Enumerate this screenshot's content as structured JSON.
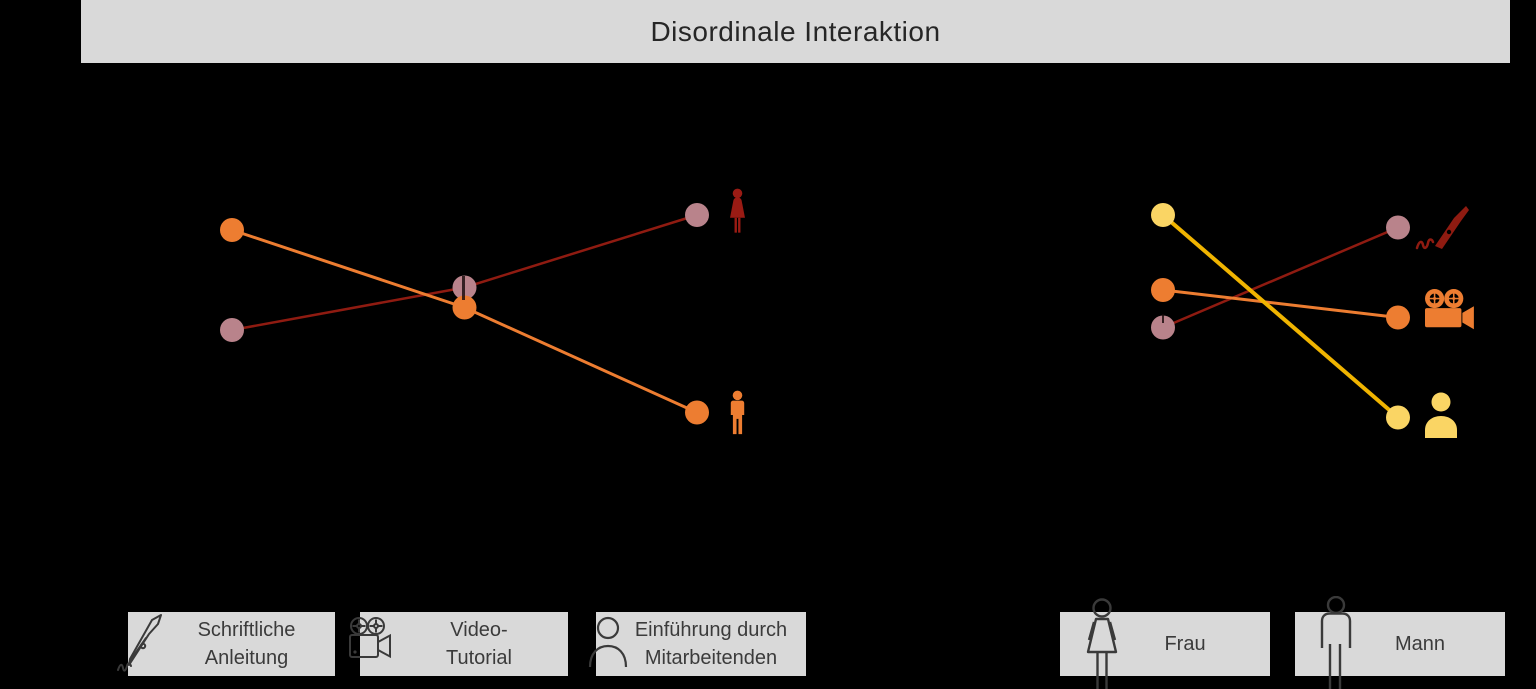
{
  "title_bar": {
    "title": "Disordinale Interaktion",
    "bg_color": "#D9D9D9",
    "text_color": "#262626"
  },
  "background_color": "#000000",
  "chart_data": [
    {
      "id": "left-chart-method-x-axis",
      "type": "line",
      "title": "",
      "xlabel": "",
      "ylabel": "",
      "categories": [
        "Schriftliche Anleitung",
        "Video-Tutorial",
        "Einführung durch Mitarbeitenden"
      ],
      "series": [
        {
          "name": "Frau",
          "values": [
            4.4,
            6.1,
            9.0
          ],
          "line_color": "#8F1B11",
          "marker_color": "#B9838B",
          "line_width": 2.5,
          "end_icon": "woman-pictogram"
        },
        {
          "name": "Mann",
          "values": [
            8.4,
            5.3,
            1.1
          ],
          "line_color": "#ED7D31",
          "marker_color": "#ED7D31",
          "line_width": 3,
          "end_icon": "man-pictogram"
        }
      ],
      "ylim": [
        0,
        10
      ],
      "axes_visible": false,
      "grid": false,
      "legend_position": "icons-at-right-line-ends"
    },
    {
      "id": "right-chart-gender-x-axis",
      "type": "line",
      "title": "",
      "xlabel": "",
      "ylabel": "",
      "categories": [
        "Frau",
        "Mann"
      ],
      "series": [
        {
          "name": "Schriftliche Anleitung",
          "values": [
            4.5,
            8.5
          ],
          "line_color": "#8F1B11",
          "marker_color": "#B9838B",
          "line_width": 2.5,
          "end_icon": "fountain-pen-pictogram"
        },
        {
          "name": "Video-Tutorial",
          "values": [
            6.0,
            4.9
          ],
          "line_color": "#ED7D31",
          "marker_color": "#ED7D31",
          "line_width": 3,
          "end_icon": "movie-camera-pictogram"
        },
        {
          "name": "Einführung durch Mitarbeitenden",
          "values": [
            9.0,
            0.9
          ],
          "line_color": "#F0B400",
          "marker_color": "#FAD564",
          "line_width": 4,
          "end_icon": "person-pictogram"
        }
      ],
      "ylim": [
        0,
        10
      ],
      "axes_visible": false,
      "grid": false,
      "legend_position": "icons-at-right-line-ends"
    }
  ],
  "icon_colors": {
    "woman_pictogram": "#9A1B14",
    "man_pictogram": "#ED7D31",
    "fountain_pen_pictogram": "#8F1B11",
    "movie_camera_pictogram": "#ED7D31",
    "person_pictogram": "#FAD564",
    "legend_outline": "#3a3a3a"
  },
  "legend_boxes": [
    {
      "icon": "fountain-pen-outline",
      "label_lines": [
        "Schriftliche",
        "Anleitung"
      ]
    },
    {
      "icon": "video-camera-outline",
      "label_lines": [
        "Video-",
        "Tutorial"
      ]
    },
    {
      "icon": "person-outline",
      "label_lines": [
        "Einführung durch",
        "Mitarbeitenden"
      ]
    },
    {
      "icon": "woman-outline",
      "label_lines": [
        "Frau"
      ]
    },
    {
      "icon": "man-outline",
      "label_lines": [
        "Mann"
      ]
    }
  ]
}
